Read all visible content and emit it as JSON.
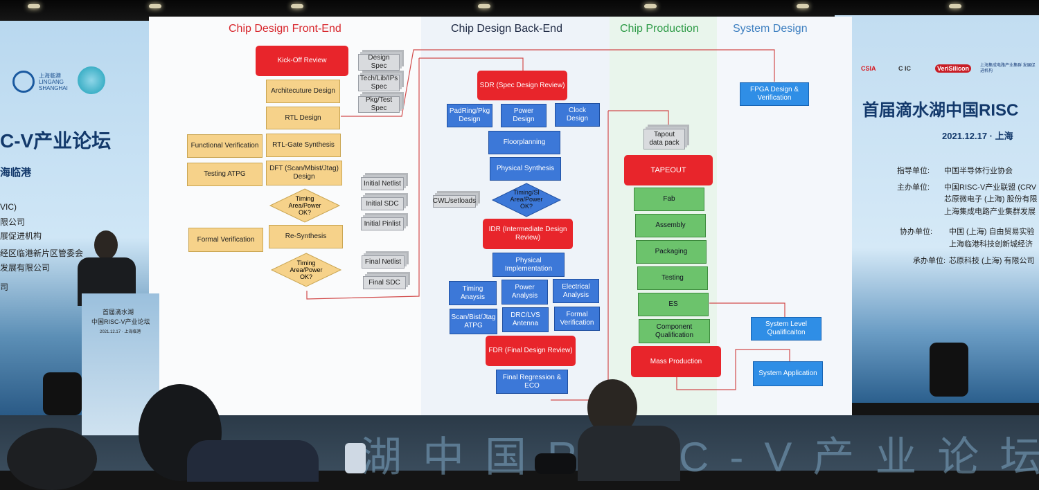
{
  "headers": {
    "front_end": "Chip Design Front-End",
    "back_end": "Chip Design Back-End",
    "production": "Chip Production",
    "system": "System Design"
  },
  "front_end": {
    "kickoff": "Kick-Off Review",
    "architecture": "Architecuture Design",
    "rtl": "RTL Design",
    "functional": "Functional Verification",
    "rtl_gate": "RTL-Gate Synthesis",
    "testing_atpg": "Testing ATPG",
    "dft": "DFT (Scan/Mbist/Jtag) Design",
    "diamond1": "Timing Area/Power OK?",
    "formal": "Formal Verification",
    "resynth": "Re-Synthesis",
    "diamond2": "Timing Area/Power OK?",
    "design_spec": "Design Spec",
    "tech_lib": "Tech/Lib/IPs Spec",
    "pkg_test": "Pkg/Test Spec",
    "initial_netlist": "Initial Netlist",
    "initial_sdc": "Initial SDC",
    "initial_pinlist": "Initial Pinlist",
    "final_netlist": "Final Netlist",
    "final_sdc": "Final SDC"
  },
  "back_end": {
    "sdr": "SDR (Spec Design Review)",
    "padring": "PadRing/Pkg Design",
    "power": "Power Design",
    "clock": "Clock Design",
    "floorplanning": "Floorplanning",
    "phys_synth": "Physical Synthesis",
    "cwl": "CWL/setloads",
    "diamond": "Timing/SI Area/Power OK?",
    "idr": "IDR (Intermediate Design Review)",
    "phys_impl": "Physical Implementation",
    "timing_analysis": "Timing Anaysis",
    "power_analysis": "Power Analysis",
    "electrical": "Electrical Analysis",
    "scan_bist": "Scan/Bist/Jtag ATPG",
    "drc_lvs": "DRC/LVS Antenna",
    "formal": "Formal Verification",
    "fdr": "FDR (Final Design Review)",
    "final_reg": "Final Regression & ECO"
  },
  "production": {
    "tapout_pack": "Tapout data pack",
    "tapeout": "TAPEOUT",
    "fab": "Fab",
    "assembly": "Assembly",
    "packaging": "Packaging",
    "testing": "Testing",
    "es": "ES",
    "component_qual": "Component Qualification",
    "mass_production": "Mass Production"
  },
  "system": {
    "fpga": "FPGA Design & Verification",
    "sys_qual": "System Level Qualificaiton",
    "sys_app": "System Application"
  },
  "left_screen": {
    "logo_text": "上海临港 LINGANG SHANGHAI",
    "title": "C-V产业论坛",
    "subtitle": "海临港",
    "lines": [
      "VIC)",
      "限公司",
      "展促进机构",
      "经区临港新片区管委会",
      "发展有限公司",
      "司"
    ]
  },
  "right_screen": {
    "logos": [
      "CSIA",
      "C IC",
      "VeriSilicon",
      "上海集成电路产业集群 发展促进机构"
    ],
    "title": "首届滴水湖中国RISC",
    "date": "2021.12.17 · 上海",
    "rows": [
      {
        "label": "指导单位:",
        "value": "中国半导体行业协会"
      },
      {
        "label": "主办单位:",
        "value": "中国RISC-V产业联盟 (CRV"
      },
      {
        "label": "",
        "value": "芯原微电子 (上海) 股份有限"
      },
      {
        "label": "",
        "value": "上海集成电路产业集群发展"
      },
      {
        "label": "协办单位:",
        "value": "中国 (上海) 自由贸易实验"
      },
      {
        "label": "",
        "value": "上海临港科技创新城经济"
      },
      {
        "label": "承办单位:",
        "value": "芯原科技 (上海) 有限公司"
      }
    ]
  },
  "podium": {
    "line1": "首届滴水湖",
    "line2": "中国RISC-V产业论坛",
    "line3": "2021.12.17 · 上海临港"
  },
  "floor_banner": "湖中国RISC-V产业论坛"
}
